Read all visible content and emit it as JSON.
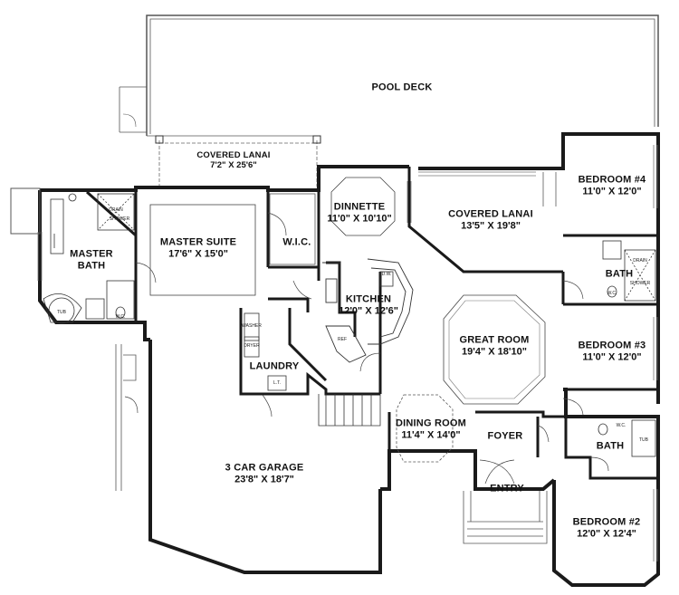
{
  "rooms": [
    {
      "id": "pool-deck",
      "name": "POOL DECK",
      "dims": ""
    },
    {
      "id": "covered-lanai-left",
      "name": "COVERED LANAI",
      "dims": "7'2\" X 25'6\""
    },
    {
      "id": "master-suite",
      "name": "MASTER SUITE",
      "dims": "17'6\" X 15'0\""
    },
    {
      "id": "wic",
      "name": "W.I.C.",
      "dims": ""
    },
    {
      "id": "master-bath",
      "name": "MASTER BATH",
      "dims": ""
    },
    {
      "id": "dinnette",
      "name": "DINNETTE",
      "dims": "11'0\" X 10'10\""
    },
    {
      "id": "covered-lanai-right",
      "name": "COVERED LANAI",
      "dims": "13'5\" X 19'8\""
    },
    {
      "id": "bedroom-4",
      "name": "BEDROOM #4",
      "dims": "11'0\" X 12'0\""
    },
    {
      "id": "bath-upper",
      "name": "BATH",
      "dims": ""
    },
    {
      "id": "kitchen",
      "name": "KITCHEN",
      "dims": "12'0\" X 12'6\""
    },
    {
      "id": "great-room",
      "name": "GREAT ROOM",
      "dims": "19'4\" X 18'10\""
    },
    {
      "id": "bedroom-3",
      "name": "BEDROOM #3",
      "dims": "11'0\" X 12'0\""
    },
    {
      "id": "laundry",
      "name": "LAUNDRY",
      "dims": ""
    },
    {
      "id": "dining-room",
      "name": "DINING ROOM",
      "dims": "11'4\" X 14'0\""
    },
    {
      "id": "foyer",
      "name": "FOYER",
      "dims": ""
    },
    {
      "id": "bath-lower",
      "name": "BATH",
      "dims": ""
    },
    {
      "id": "garage",
      "name": "3 CAR GARAGE",
      "dims": "23'8\" X 18'7\""
    },
    {
      "id": "entry",
      "name": "ENTRY",
      "dims": ""
    },
    {
      "id": "bedroom-2",
      "name": "BEDROOM #2",
      "dims": "12'0\" X 12'4\""
    }
  ],
  "fixtures": {
    "tub": "TUB",
    "shower": "SHOWER",
    "drain": "DRAIN",
    "wc": "W.C.",
    "dw": "D.W.",
    "ref": "REF",
    "lt": "L.T.",
    "washer": "WASHER",
    "dryer": "DRYER"
  },
  "colors": {
    "wall": "#1a1a1a",
    "line": "#555555",
    "background": "#ffffff"
  }
}
